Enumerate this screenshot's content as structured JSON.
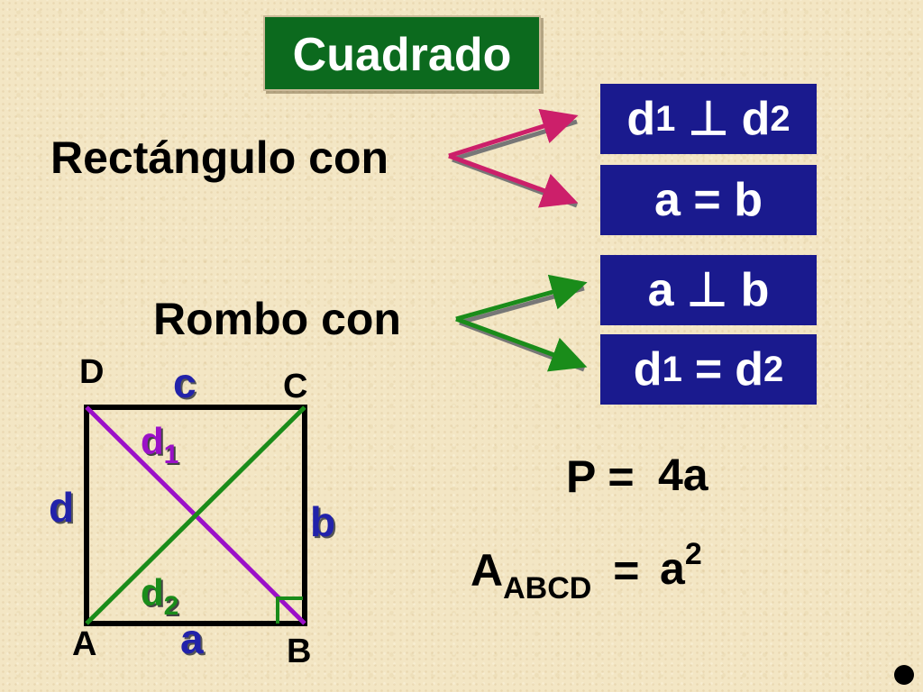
{
  "title": "Cuadrado",
  "rectangulo_label": "Rectángulo con",
  "rombo_label": "Rombo con",
  "boxes": {
    "d_perp": {
      "d1_base": "d",
      "d1_sub": "1",
      "perp": "⊥",
      "d2_base": "d",
      "d2_sub": "2"
    },
    "a_eq_b": "a = b",
    "a_perp_b": "a ⊥ b",
    "d_eq": {
      "d1_base": "d",
      "d1_sub": "1",
      "eq": "=",
      "d2_base": "d",
      "d2_sub": "2"
    }
  },
  "square": {
    "vertices": {
      "A": "A",
      "B": "B",
      "C": "C",
      "D": "D"
    },
    "sides": {
      "a": "a",
      "b": "b",
      "c": "c",
      "d": "d"
    },
    "diagonals": {
      "d1_base": "d",
      "d1_sub": "1",
      "d2_base": "d",
      "d2_sub": "2"
    }
  },
  "formulas": {
    "perimeter_lhs": "P =",
    "perimeter_rhs": "4a",
    "area_lhs_base": "A",
    "area_lhs_sub": "ABCD",
    "area_eq": "=",
    "area_rhs_base": "a",
    "area_rhs_sup": "2"
  },
  "colors": {
    "title_bg": "#0c6a1e",
    "box_bg": "#1a1a8e",
    "arrow_rect": "#cc1f6a",
    "arrow_rombo": "#1a8c1a",
    "diag_d1": "#9b10c8",
    "diag_d2": "#1a8c1a",
    "side_labels": "#2222aa"
  }
}
